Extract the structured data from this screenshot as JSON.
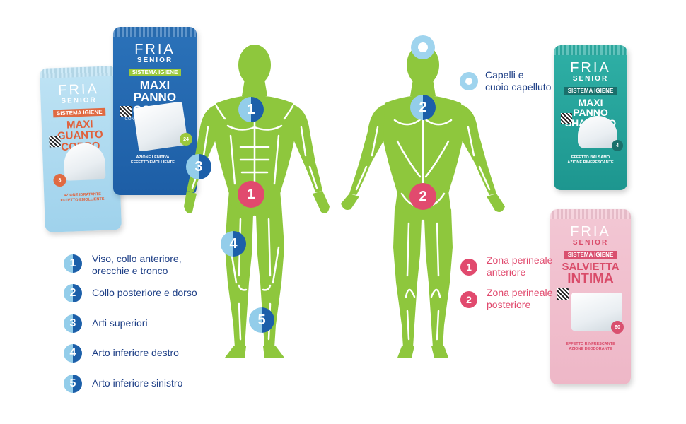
{
  "colors": {
    "figure_green": "#8ec73d",
    "figure_line": "#ffffff",
    "marker_light": "#93cdea",
    "marker_dark": "#1c5fa9",
    "marker_pink": "#e14a6e",
    "legend_blue": "#1e3f86"
  },
  "products": [
    {
      "brand": "FRIA",
      "line": "SENIOR",
      "system": "SISTEMA IGIENE",
      "title_1": "MAXI",
      "title_2": "GUANTO CORPO",
      "sub": "",
      "effect": "AZIONE IDRATANTE",
      "effect_2": "EFFETTO EMOLLIENTE",
      "count": "8"
    },
    {
      "brand": "FRIA",
      "line": "SENIOR",
      "system": "SISTEMA IGIENE",
      "title_1": "MAXI",
      "title_2": "PANNO CORPO",
      "sub": "CON MOLECOLA ANTIODORE",
      "effect": "AZIONE LENITIVA",
      "effect_2": "EFFETTO EMOLLIENTE",
      "count": "24"
    },
    {
      "brand": "FRIA",
      "line": "SENIOR",
      "system": "SISTEMA IGIENE",
      "title_1": "MAXI",
      "title_2": "PANNO SHAMPOO",
      "sub": "",
      "effect": "EFFETTO BALSAMO",
      "effect_2": "AZIONE RINFRESCANTE",
      "count": "4"
    },
    {
      "brand": "FRIA",
      "line": "SENIOR",
      "system": "SISTEMA IGIENE",
      "title_1": "SALVIETTA",
      "title_2": "INTIMA",
      "sub": "",
      "effect": "EFFETTO RINFRESCANTE",
      "effect_2": "AZIONE DEODORANTE",
      "count": "60"
    }
  ],
  "markers": {
    "front_1": "1",
    "front_3": "3",
    "front_pink_1": "1",
    "front_4": "4",
    "front_5": "5",
    "back_2": "2",
    "back_pink_2": "2"
  },
  "legend_left": [
    {
      "num": "1",
      "text_1": "Viso, collo anteriore,",
      "text_2": "orecchie e tronco"
    },
    {
      "num": "2",
      "text_1": "Collo posteriore e dorso",
      "text_2": ""
    },
    {
      "num": "3",
      "text_1": "Arti superiori",
      "text_2": ""
    },
    {
      "num": "4",
      "text_1": "Arto inferiore destro",
      "text_2": ""
    },
    {
      "num": "5",
      "text_1": "Arto inferiore sinistro",
      "text_2": ""
    }
  ],
  "legend_scalp": {
    "text_1": "Capelli e",
    "text_2": "cuoio capelluto"
  },
  "legend_right": [
    {
      "num": "1",
      "text_1": "Zona perineale",
      "text_2": "anteriore"
    },
    {
      "num": "2",
      "text_1": "Zona perineale",
      "text_2": "posteriore"
    }
  ]
}
